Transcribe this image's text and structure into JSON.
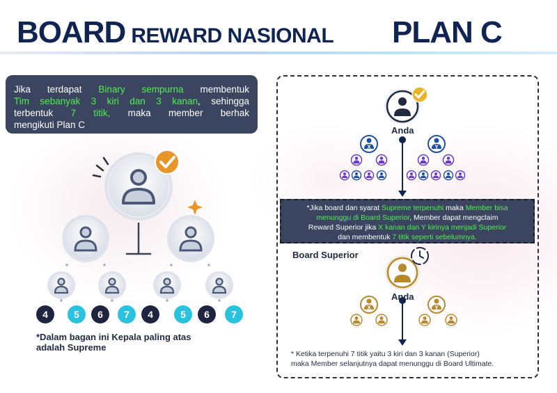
{
  "header": {
    "title_big": "BOARD",
    "title_small": "REWARD NASIONAL",
    "plan": "PLAN C"
  },
  "info": {
    "line1_a": "Jika terdapat ",
    "line1_hl": "Binary sempurna",
    "line1_b": " membentuk",
    "line2_hl": "Tim sebanyak 3 kiri dan 3 kanan",
    "line2_b": ", sehingga",
    "line3_a": "terbentuk ",
    "line3_hl": "7 titik,",
    "line3_b": " maka member berhak",
    "line4": "mengikuti Plan C"
  },
  "left_tree": {
    "numbers": [
      "4",
      "5",
      "6",
      "7",
      "4",
      "5",
      "6",
      "7"
    ],
    "number_colors": [
      "#1f2540",
      "#29c3df",
      "#1f2540",
      "#29c3df",
      "#1f2540",
      "#29c3df",
      "#1f2540",
      "#29c3df"
    ]
  },
  "left_note": {
    "line1": "*Dalam bagan ini Kepala paling atas",
    "line2": "adalah Supreme"
  },
  "right_top": {
    "anda_label": "Anda",
    "x_label": "X",
    "y_label": "Y",
    "node_color": "#1f4fa0",
    "leaf_colors": [
      "#6a38c9",
      "#1f4fa0"
    ]
  },
  "middle_box": {
    "l1_a": "*Jika board dan syarat ",
    "l1_hl": "Supreme terpenuhi",
    "l1_b": " maka ",
    "l1_hl2": "Member bisa",
    "l2_hl": "menunggu di Board Superior",
    "l2_b": ", Member dapat mengclaim",
    "l3_a": "Reward Superior jika ",
    "l3_hl": "X kanan dan Y kirinya menjadi Superior",
    "l4_a": "dan membentuk ",
    "l4_hl": "7 titik seperti sebelumnya."
  },
  "board_superior": {
    "title": "Board Superior",
    "anda_label": "Anda",
    "x_label": "X",
    "y_label": "Y",
    "gold_color": "#b8882e"
  },
  "right_note": {
    "line1": "* Ketika terpenuhi 7 titik yaitu 3 kiri dan 3 kanan (Superior)",
    "line2": "maka Member selanjutnya dapat menunggu di Board Ultimate."
  },
  "colors": {
    "navy": "#0f2450",
    "highlight": "#4df04d",
    "box": "#3b4560",
    "check": "#e8962a"
  },
  "icons": [
    "person-icon",
    "check-badge-icon",
    "clock-icon",
    "sparkle-icon"
  ]
}
